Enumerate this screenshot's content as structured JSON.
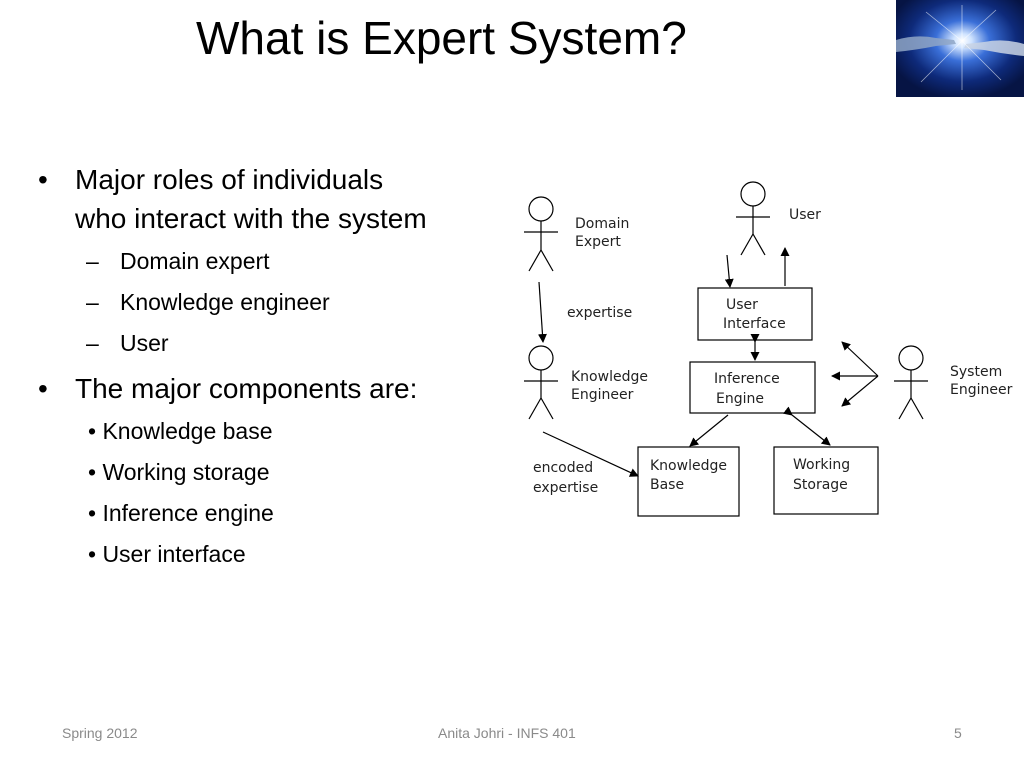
{
  "slide": {
    "title": "What is Expert System?",
    "bullets": [
      {
        "text_line1": "Major roles of individuals",
        "text_line2": "who interact with the system",
        "sub": [
          "Domain expert",
          "Knowledge engineer",
          "User"
        ]
      },
      {
        "text": "The major components are:",
        "sub": [
          "• Knowledge base",
          "• Working storage",
          "• Inference engine",
          "• User interface"
        ]
      }
    ],
    "bullet_mark": "•",
    "dash_mark": "–"
  },
  "diagram": {
    "domain_expert": [
      "Domain",
      "Expert"
    ],
    "user": "User",
    "expertise": "expertise",
    "user_interface": [
      "User",
      "Interface"
    ],
    "knowledge_engineer": [
      "Knowledge",
      "Engineer"
    ],
    "inference_engine": [
      "Inference",
      "Engine"
    ],
    "system_engineer": [
      "System",
      "Engineer"
    ],
    "encoded_expertise": [
      "encoded",
      "expertise"
    ],
    "knowledge_base": [
      "Knowledge",
      "Base"
    ],
    "working_storage": [
      "Working",
      "Storage"
    ]
  },
  "footer": {
    "left": "Spring 2012",
    "center": "Anita Johri - INFS 401",
    "page": "5"
  }
}
